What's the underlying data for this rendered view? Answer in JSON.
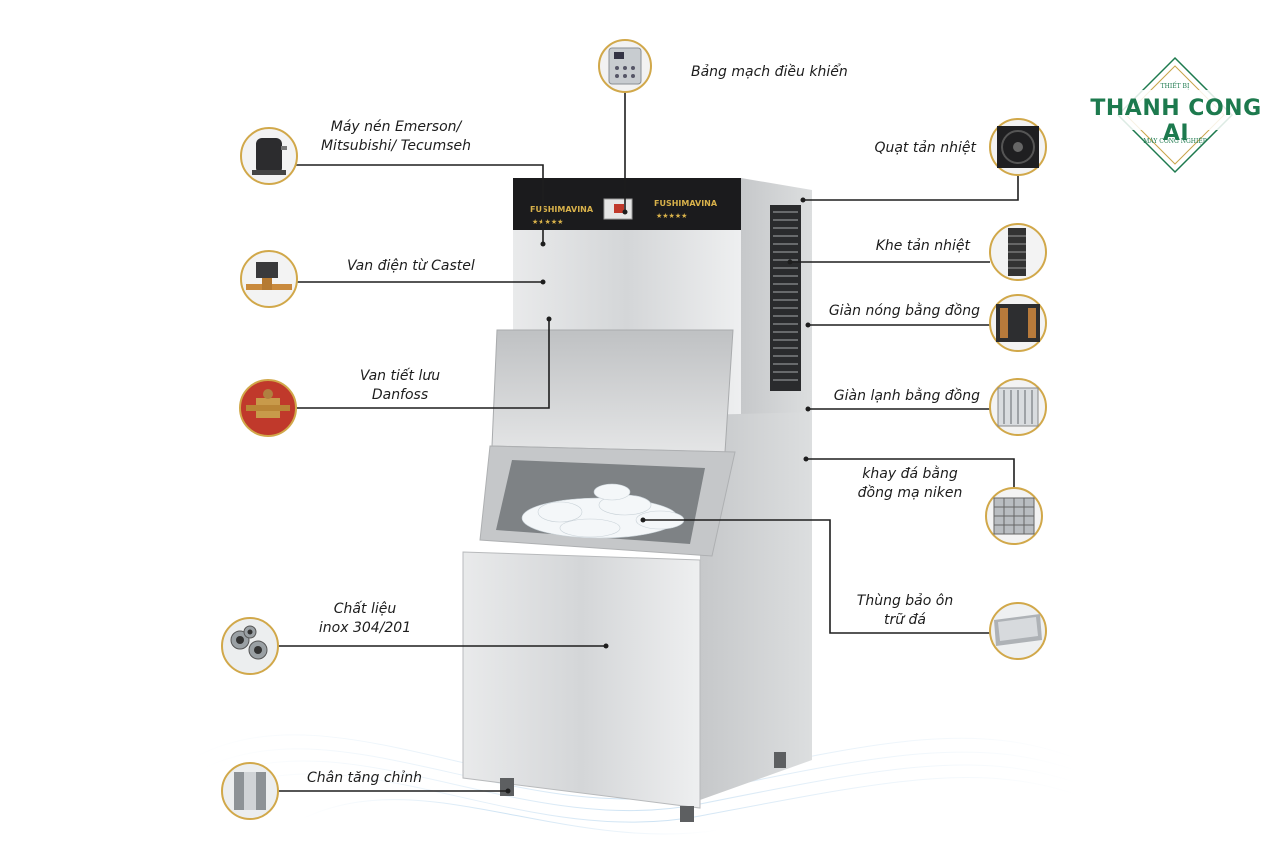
{
  "labels": {
    "control_board": "Bảng mạch điều khiển",
    "compressor_l1": "Máy nén Emerson/",
    "compressor_l2": "Mitsubishi/ Tecumseh",
    "valve_castel": "Van điện từ Castel",
    "expansion_l1": "Van tiết lưu",
    "expansion_l2": "Danfoss",
    "material_l1": "Chất liệu",
    "material_l2": "inox 304/201",
    "legs": "Chân tăng chỉnh",
    "fan": "Quạt tản nhiệt",
    "vent": "Khe tản nhiệt",
    "condenser": "Giàn nóng bằng đồng",
    "evaporator": "Giàn lạnh bằng đồng",
    "tray_l1": "khay đá bằng",
    "tray_l2": "đồng mạ niken",
    "bin_l1": "Thùng bảo ôn",
    "bin_l2": "trữ đá"
  },
  "brand": {
    "panel_brand_left": "FUSHIMAVINA",
    "panel_brand_right": "FUSHIMAVINA",
    "logo_name": "THANH CONG AI",
    "logo_top": "THIẾT BỊ",
    "logo_bottom": "MÁY CÔNG NGHIỆP",
    "logo_color": "#1d7a4e",
    "accent_gold": "#c9a44a"
  },
  "icons": [
    "control-board-icon",
    "compressor-icon",
    "solenoid-valve-icon",
    "expansion-valve-icon",
    "steel-pipes-icon",
    "leveling-leg-icon",
    "fan-icon",
    "vent-icon",
    "condenser-icon",
    "evaporator-icon",
    "ice-tray-icon",
    "storage-bin-icon"
  ]
}
